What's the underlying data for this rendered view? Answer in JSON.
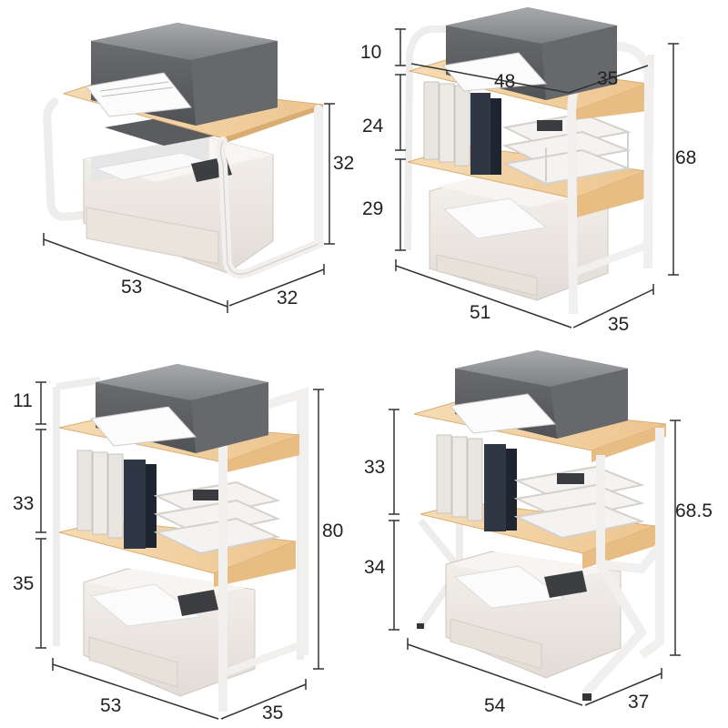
{
  "panels": [
    {
      "name": "single-shelf-stand",
      "dims": {
        "width": "53",
        "depth": "32",
        "height": "32"
      }
    },
    {
      "name": "two-tier-stand-68",
      "dims": {
        "top_width": "48",
        "top_depth": "35",
        "top_gap": "10",
        "mid_gap": "24",
        "low_gap": "29",
        "total_height": "68",
        "width": "51",
        "depth": "35"
      }
    },
    {
      "name": "two-tier-stand-80",
      "dims": {
        "top_gap": "11",
        "mid_gap": "33",
        "low_gap": "35",
        "total_height": "80",
        "width": "53",
        "depth": "35"
      }
    },
    {
      "name": "two-tier-stand-68-5",
      "dims": {
        "mid_gap": "33",
        "low_gap": "34",
        "total_height": "68.5",
        "width": "54",
        "depth": "37"
      }
    }
  ],
  "colors": {
    "wood": "#f3d2a4",
    "wood_edge": "#d9ad72",
    "frame": "#f2f0ee",
    "frame_edge": "#c9c6c2",
    "printer": "#77797c",
    "printer_top": "#9a9c9f",
    "laser": "#ece7e2",
    "dim_line": "#333333"
  }
}
